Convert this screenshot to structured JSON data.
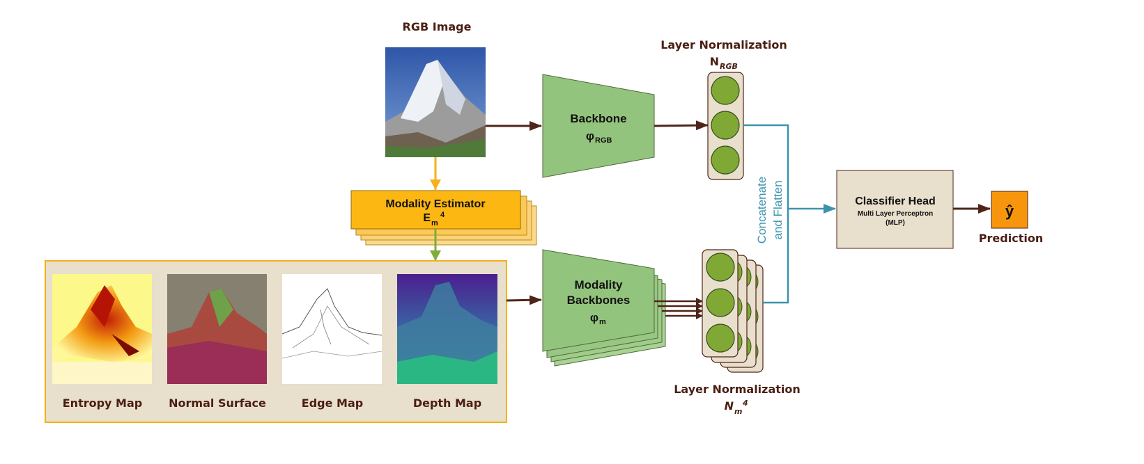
{
  "rgb_image": {
    "label": "RGB Image"
  },
  "backbone": {
    "title": "Backbone",
    "symbol": "φ",
    "subscript": "RGB"
  },
  "layer_norm_rgb": {
    "title": "Layer Normalization",
    "symbol": "N",
    "subscript": "RGB"
  },
  "modality_estimator": {
    "title": "Modality Estimator",
    "symbol": "E",
    "subscript": "m",
    "superscript": "4"
  },
  "modality_backbones": {
    "line1": "Modality",
    "line2": "Backbones",
    "symbol": "φ",
    "subscript": "m"
  },
  "layer_norm_m": {
    "title": "Layer Normalization",
    "symbol": "N",
    "subscript": "m",
    "superscript": "4"
  },
  "concat": {
    "line1": "Concatenate",
    "line2": "and Flatten"
  },
  "classifier": {
    "title": "Classifier Head",
    "line2": "Multi Layer Perceptron",
    "line3": "(MLP)"
  },
  "prediction": {
    "symbol": "ŷ",
    "label": "Prediction"
  },
  "maps": [
    {
      "label": "Entropy Map"
    },
    {
      "label": "Normal Surface"
    },
    {
      "label": "Edge Map"
    },
    {
      "label": "Depth Map"
    }
  ],
  "colors": {
    "arrow_dark": "#4f2419",
    "arrow_orange": "#f5b11a",
    "arrow_green": "#7fac3a",
    "arrow_teal": "#3b93ad",
    "backbone_fill": "#93c47d",
    "estimator_fill": "#fcb713",
    "panel_fill": "#e8dfcc",
    "norm_fill": "#e8dfcc",
    "circle_fill": "#7fa934",
    "prediction_fill": "#f7960d"
  }
}
